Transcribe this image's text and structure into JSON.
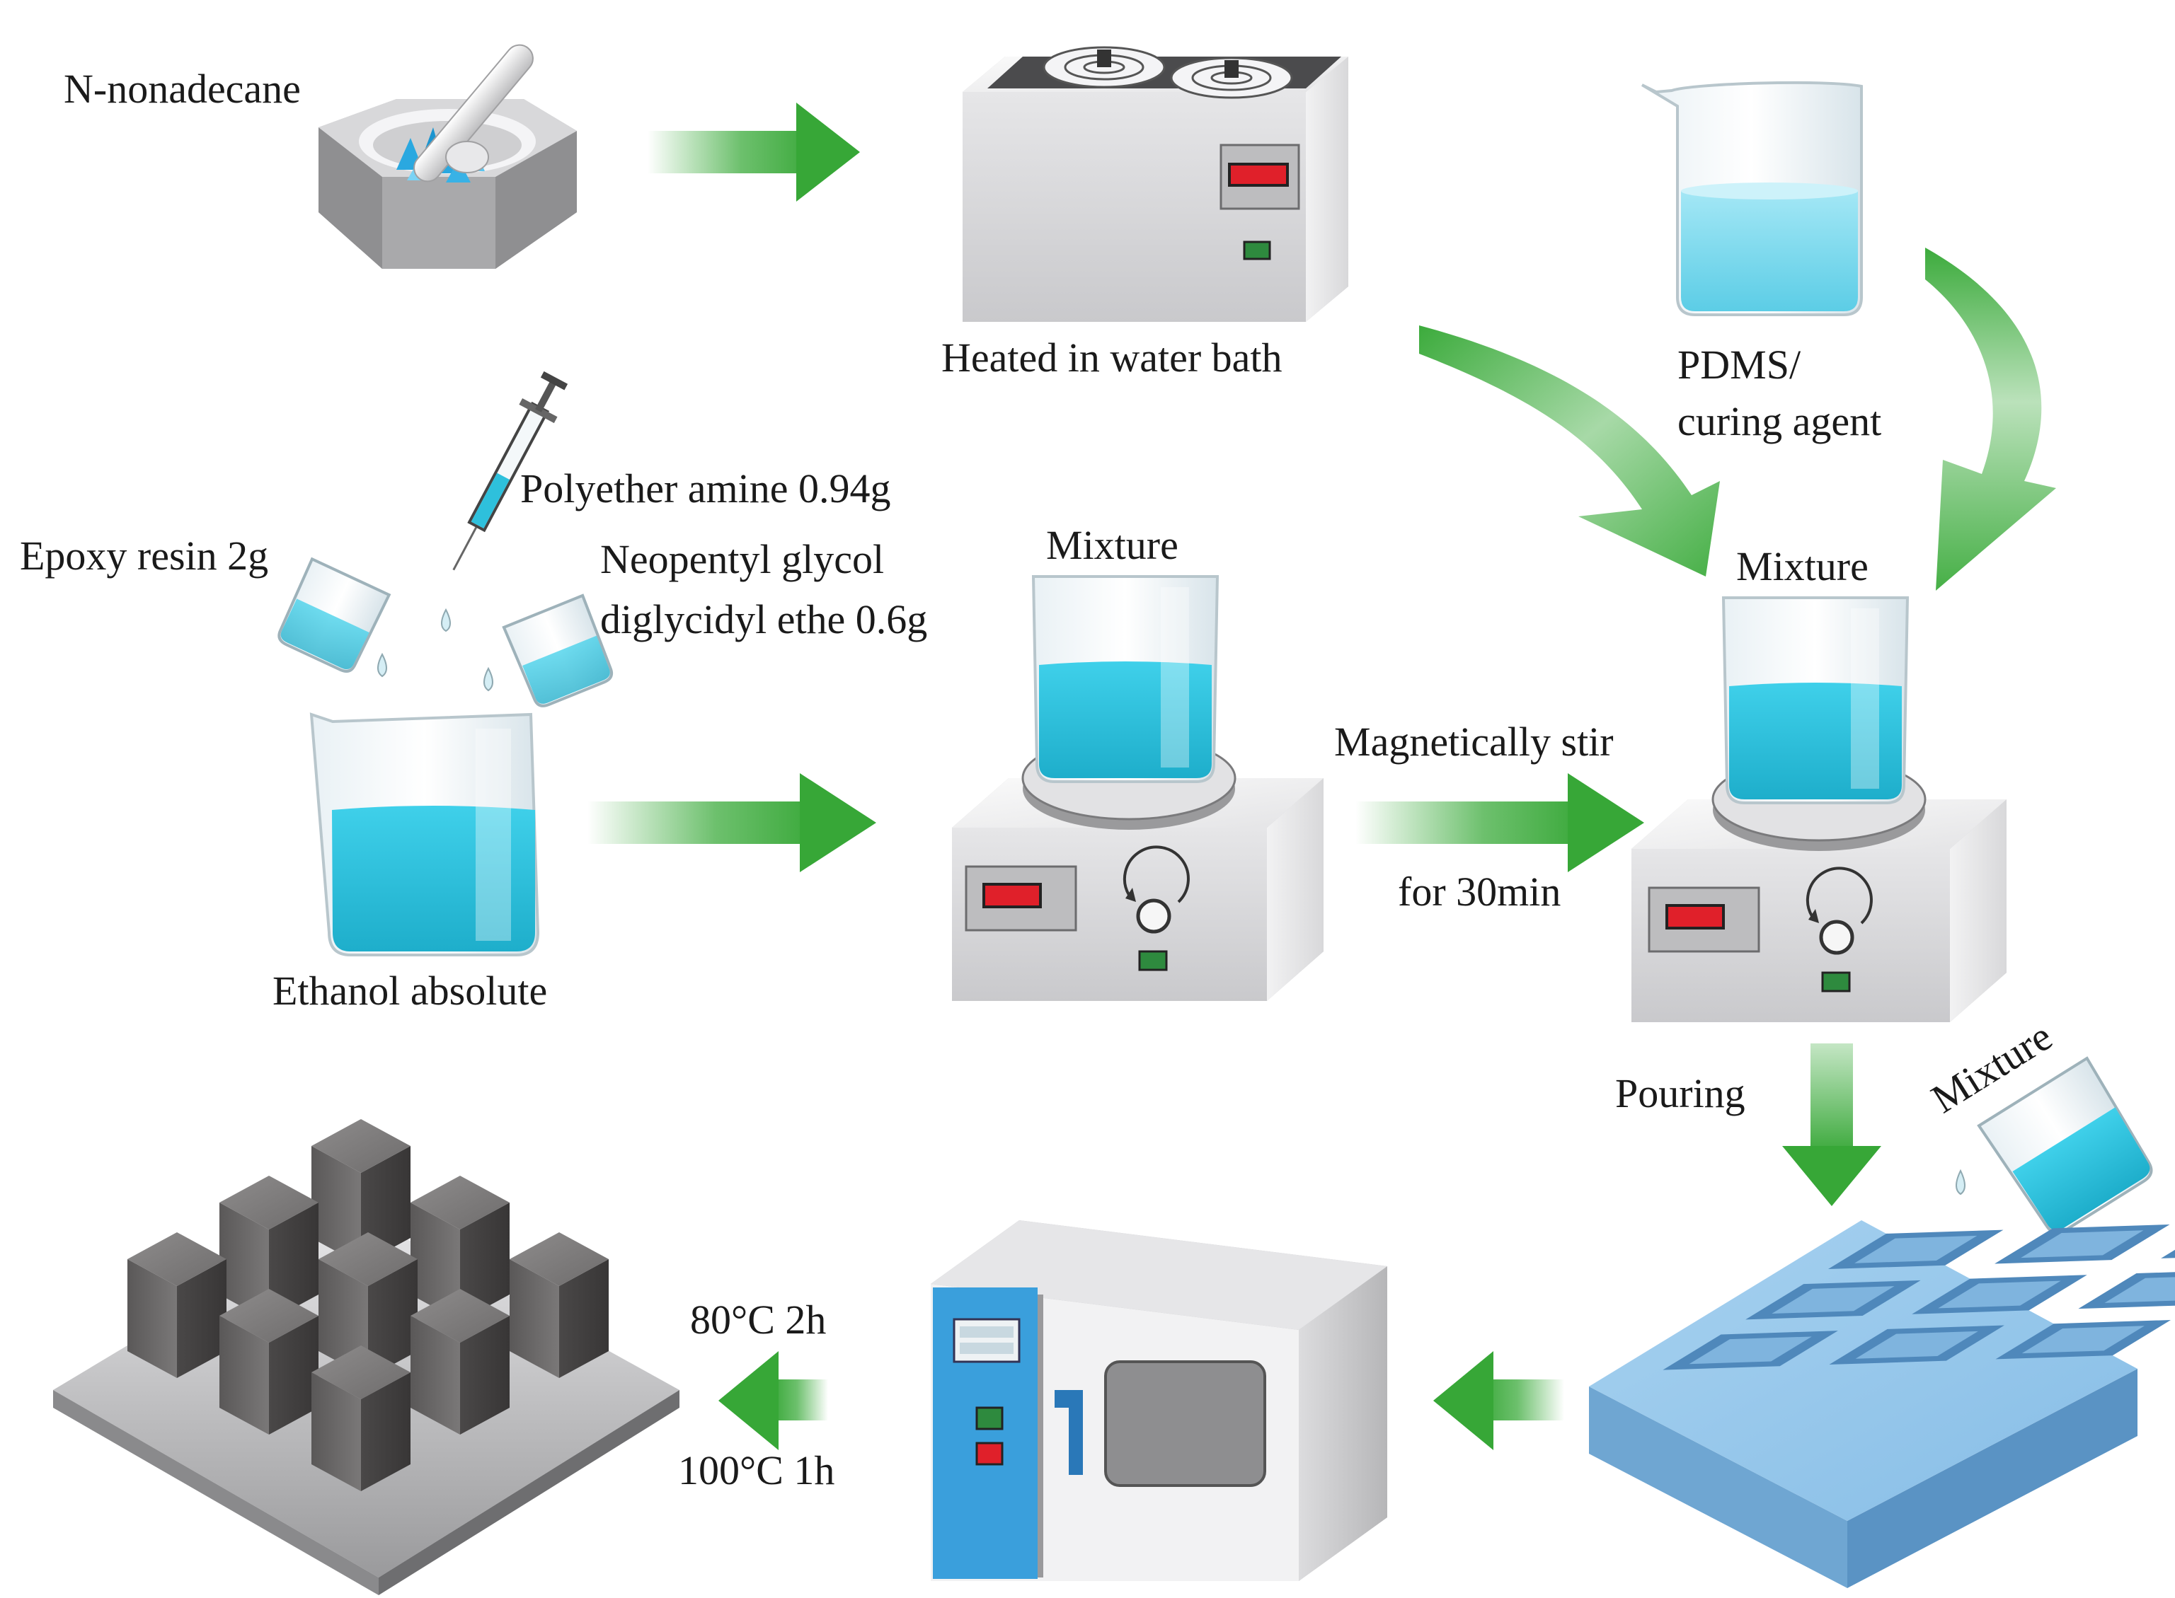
{
  "labels": {
    "n_nonadecane": "N-nonadecane",
    "water_bath": "Heated in water bath",
    "pdms_line1": "PDMS/",
    "pdms_line2": "curing agent",
    "polyether": "Polyether amine 0.94g",
    "epoxy": "Epoxy resin 2g",
    "neopentyl_line1": "Neopentyl glycol",
    "neopentyl_line2": "diglycidyl ethe 0.6g",
    "mixture_1": "Mixture",
    "mixture_2": "Mixture",
    "mixture_3": "Mixture",
    "ethanol": "Ethanol absolute",
    "stir_line1": "Magnetically stir",
    "stir_line2": "for 30min",
    "pouring": "Pouring",
    "cure_line1": "80°C 2h",
    "cure_line2": "100°C 1h"
  },
  "colors": {
    "arrow_green": "#3cab3c",
    "liquid": "#2ec0dc",
    "equipment_gray": "#d6d6d8",
    "display_red": "#e0202a",
    "mold_blue": "#9cc9ea",
    "oven_panel": "#3a9fdc",
    "product_gray": "#6e6c6c"
  }
}
